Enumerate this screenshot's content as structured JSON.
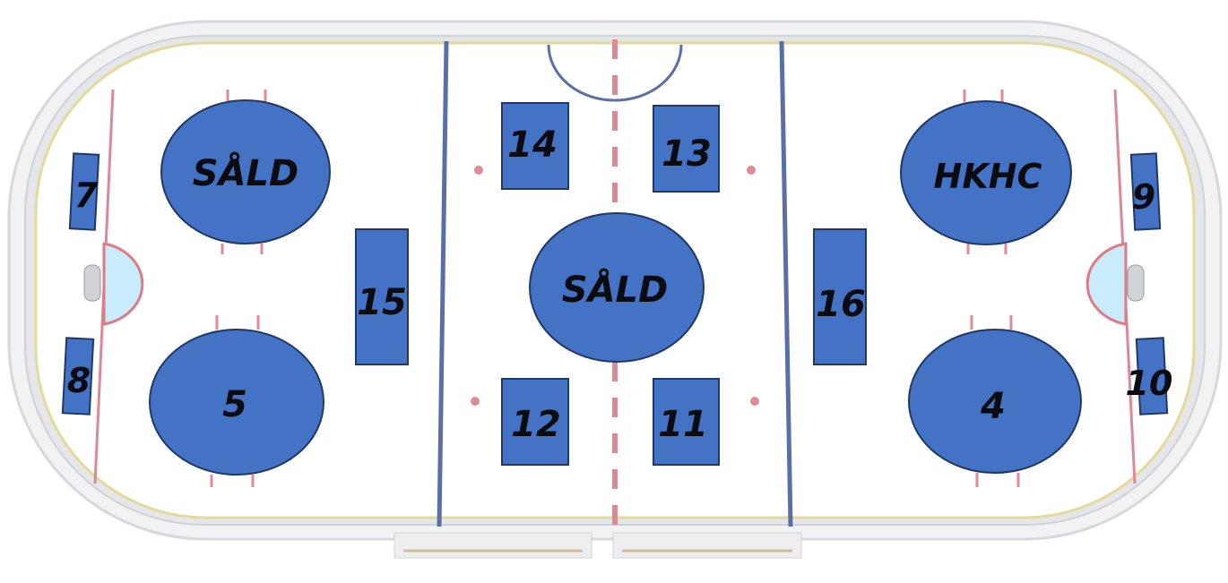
{
  "colors": {
    "spot_fill": "#4472c4",
    "spot_stroke": "#1f3864",
    "label": "#0b0b12",
    "blue_line": "#5a6fa8",
    "red_line": "#d98a94",
    "crease": "#c8ecfb"
  },
  "spots": [
    {
      "id": "circle-top-left",
      "shape": "ellipse",
      "label": "SÅLD"
    },
    {
      "id": "circle-bottom-left",
      "shape": "ellipse",
      "label": "5"
    },
    {
      "id": "circle-center",
      "shape": "ellipse",
      "label": "SÅLD"
    },
    {
      "id": "circle-top-right",
      "shape": "ellipse",
      "label": "HKHC"
    },
    {
      "id": "circle-bottom-right",
      "shape": "ellipse",
      "label": "4"
    },
    {
      "id": "rect-7",
      "shape": "rect",
      "label": "7"
    },
    {
      "id": "rect-8",
      "shape": "rect",
      "label": "8"
    },
    {
      "id": "rect-9",
      "shape": "rect",
      "label": "9"
    },
    {
      "id": "rect-10",
      "shape": "rect",
      "label": "10"
    },
    {
      "id": "rect-15",
      "shape": "rect",
      "label": "15"
    },
    {
      "id": "rect-16",
      "shape": "rect",
      "label": "16"
    },
    {
      "id": "rect-14",
      "shape": "rect",
      "label": "14"
    },
    {
      "id": "rect-13",
      "shape": "rect",
      "label": "13"
    },
    {
      "id": "rect-12",
      "shape": "rect",
      "label": "12"
    },
    {
      "id": "rect-11",
      "shape": "rect",
      "label": "11"
    }
  ]
}
